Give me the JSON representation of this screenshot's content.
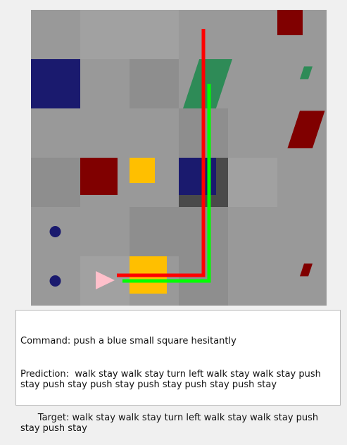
{
  "scene": {
    "rows": 6,
    "cols": 6,
    "colors": {
      "background": "#f0f0f0",
      "cell": "#999999",
      "cell_light": "#a1a1a1",
      "cell_dark": "#8e8e8e",
      "highlight_cell": "#4a4a4a",
      "navy": "#1a1a6e",
      "maroon": "#800000",
      "gold": "#ffbf00",
      "green": "#2e8b57",
      "agent": "#ffc0cb",
      "prediction_path": "#ff0000",
      "target_path": "#00ff00"
    },
    "shaded_cells": [
      {
        "row": 0,
        "col": 1,
        "shade": "cell_light"
      },
      {
        "row": 0,
        "col": 2,
        "shade": "cell_light"
      },
      {
        "row": 1,
        "col": 2,
        "shade": "cell_dark"
      },
      {
        "row": 2,
        "col": 3,
        "shade": "cell_dark"
      },
      {
        "row": 3,
        "col": 0,
        "shade": "cell_dark"
      },
      {
        "row": 3,
        "col": 4,
        "shade": "cell_light"
      },
      {
        "row": 4,
        "col": 2,
        "shade": "cell_dark"
      },
      {
        "row": 4,
        "col": 3,
        "shade": "cell_dark"
      },
      {
        "row": 5,
        "col": 1,
        "shade": "cell_light"
      },
      {
        "row": 5,
        "col": 3,
        "shade": "cell_dark"
      },
      {
        "row": 3,
        "col": 3,
        "shade": "highlight_cell"
      }
    ],
    "objects": [
      {
        "name": "maroon-square-object",
        "shape": "square",
        "color": "maroon",
        "size": "small",
        "row": 0,
        "col": 5
      },
      {
        "name": "navy-square-object",
        "shape": "square",
        "color": "navy",
        "size": "big",
        "row": 1,
        "col": 0
      },
      {
        "name": "green-cylinder-object",
        "shape": "cylinder",
        "color": "green",
        "size": "big",
        "row": 1,
        "col": 3
      },
      {
        "name": "green-cylinder-object",
        "shape": "cylinder",
        "color": "green",
        "size": "tiny",
        "row": 1,
        "col": 5
      },
      {
        "name": "maroon-cylinder-object",
        "shape": "cylinder",
        "color": "maroon",
        "size": "medium",
        "row": 2,
        "col": 5
      },
      {
        "name": "maroon-square-object",
        "shape": "square",
        "color": "maroon",
        "size": "medium",
        "row": 3,
        "col": 1
      },
      {
        "name": "gold-square-object",
        "shape": "square",
        "color": "gold",
        "size": "small",
        "row": 3,
        "col": 2
      },
      {
        "name": "navy-square-object",
        "shape": "square",
        "color": "navy",
        "size": "medium",
        "row": 3,
        "col": 3
      },
      {
        "name": "navy-circle-object",
        "shape": "circle",
        "color": "navy",
        "size": "tiny",
        "row": 4,
        "col": 0
      },
      {
        "name": "navy-circle-object",
        "shape": "circle",
        "color": "navy",
        "size": "tiny",
        "row": 5,
        "col": 0
      },
      {
        "name": "gold-square-object",
        "shape": "square",
        "color": "gold",
        "size": "medium",
        "row": 5,
        "col": 2
      },
      {
        "name": "maroon-cylinder-object",
        "shape": "cylinder",
        "color": "maroon",
        "size": "tiny",
        "row": 5,
        "col": 5
      }
    ],
    "agent": {
      "row": 5,
      "col": 1,
      "direction": "east"
    },
    "prediction_path": [
      [
        5,
        1
      ],
      [
        5,
        3
      ],
      [
        0,
        3
      ]
    ],
    "target_path": [
      [
        5,
        1
      ],
      [
        5,
        3
      ],
      [
        1,
        3
      ]
    ]
  },
  "caption": {
    "command_line": "Command: push a blue small square hesitantly",
    "prediction_line": "Prediction:  walk stay walk stay turn left walk stay walk stay push stay push stay push stay push stay push stay push stay",
    "target_line": "      Target: walk stay walk stay turn left walk stay walk stay push stay push stay"
  }
}
